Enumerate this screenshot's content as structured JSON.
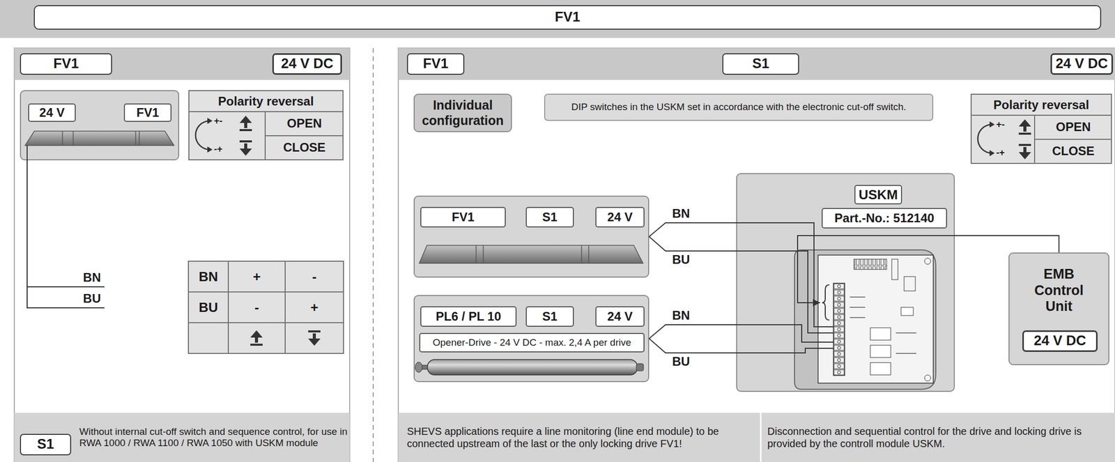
{
  "diagram": {
    "title": "FV1",
    "nodes": [
      {
        "text": [
          "FV1"
        ]
      },
      {
        "text": [
          "24 V DC"
        ]
      },
      {
        "text": [
          "24 V",
          "FV1"
        ]
      },
      {
        "text": [
          "Polarity reversal",
          "OPEN",
          "CLOSE"
        ]
      },
      {
        "text": [
          "S1"
        ]
      },
      {
        "text": [
          "FV1"
        ]
      },
      {
        "text": [
          "S1"
        ]
      },
      {
        "text": [
          "24 V DC"
        ]
      },
      {
        "text": [
          "Individual configuration"
        ]
      },
      {
        "text": [
          "DIP switches in the USKM set in accordance with the electronic cut-off switch."
        ]
      },
      {
        "text": [
          "Polarity reversal",
          "OPEN",
          "CLOSE"
        ]
      },
      {
        "text": [
          "FV1",
          "S1",
          "24 V"
        ]
      },
      {
        "text": [
          "PL6 / PL 10",
          "S1",
          "24 V",
          "Opener-Drive - 24 V DC - max. 2,4 A per drive"
        ]
      },
      {
        "text": [
          "USKM",
          "Part.-No.: 512140"
        ]
      },
      {
        "text": [
          "EMB Control Unit"
        ]
      },
      {
        "text": [
          "24 V DC"
        ],
        "in": 14
      }
    ],
    "edges": [
      {
        "from": 11,
        "to": 13,
        "label": "BN",
        "arrow": "none"
      },
      {
        "from": 11,
        "to": 13,
        "label": "BU",
        "arrow": "none"
      },
      {
        "from": 12,
        "to": 13,
        "label": "BN",
        "arrow": "none"
      },
      {
        "from": 12,
        "to": 13,
        "label": "BU",
        "arrow": "none"
      },
      {
        "from": 14,
        "to": 13,
        "arrow": "to"
      }
    ],
    "labels": [
      "BN",
      "BU",
      "+-",
      "-+",
      "BN",
      "+",
      "-",
      "BU",
      "-",
      "+",
      "Without internal cut-off switch and sequence control, for use in RWA 1000 / RWA 1100 / RWA 1050 with USKM module",
      "+-",
      "-+",
      "SHEVS applications require a line monitoring (line end module) to be connected upstream of the last or the only locking drive FV1!",
      "Disconnection and sequential control for the drive and locking drive is provided by the controll module USKM."
    ]
  }
}
